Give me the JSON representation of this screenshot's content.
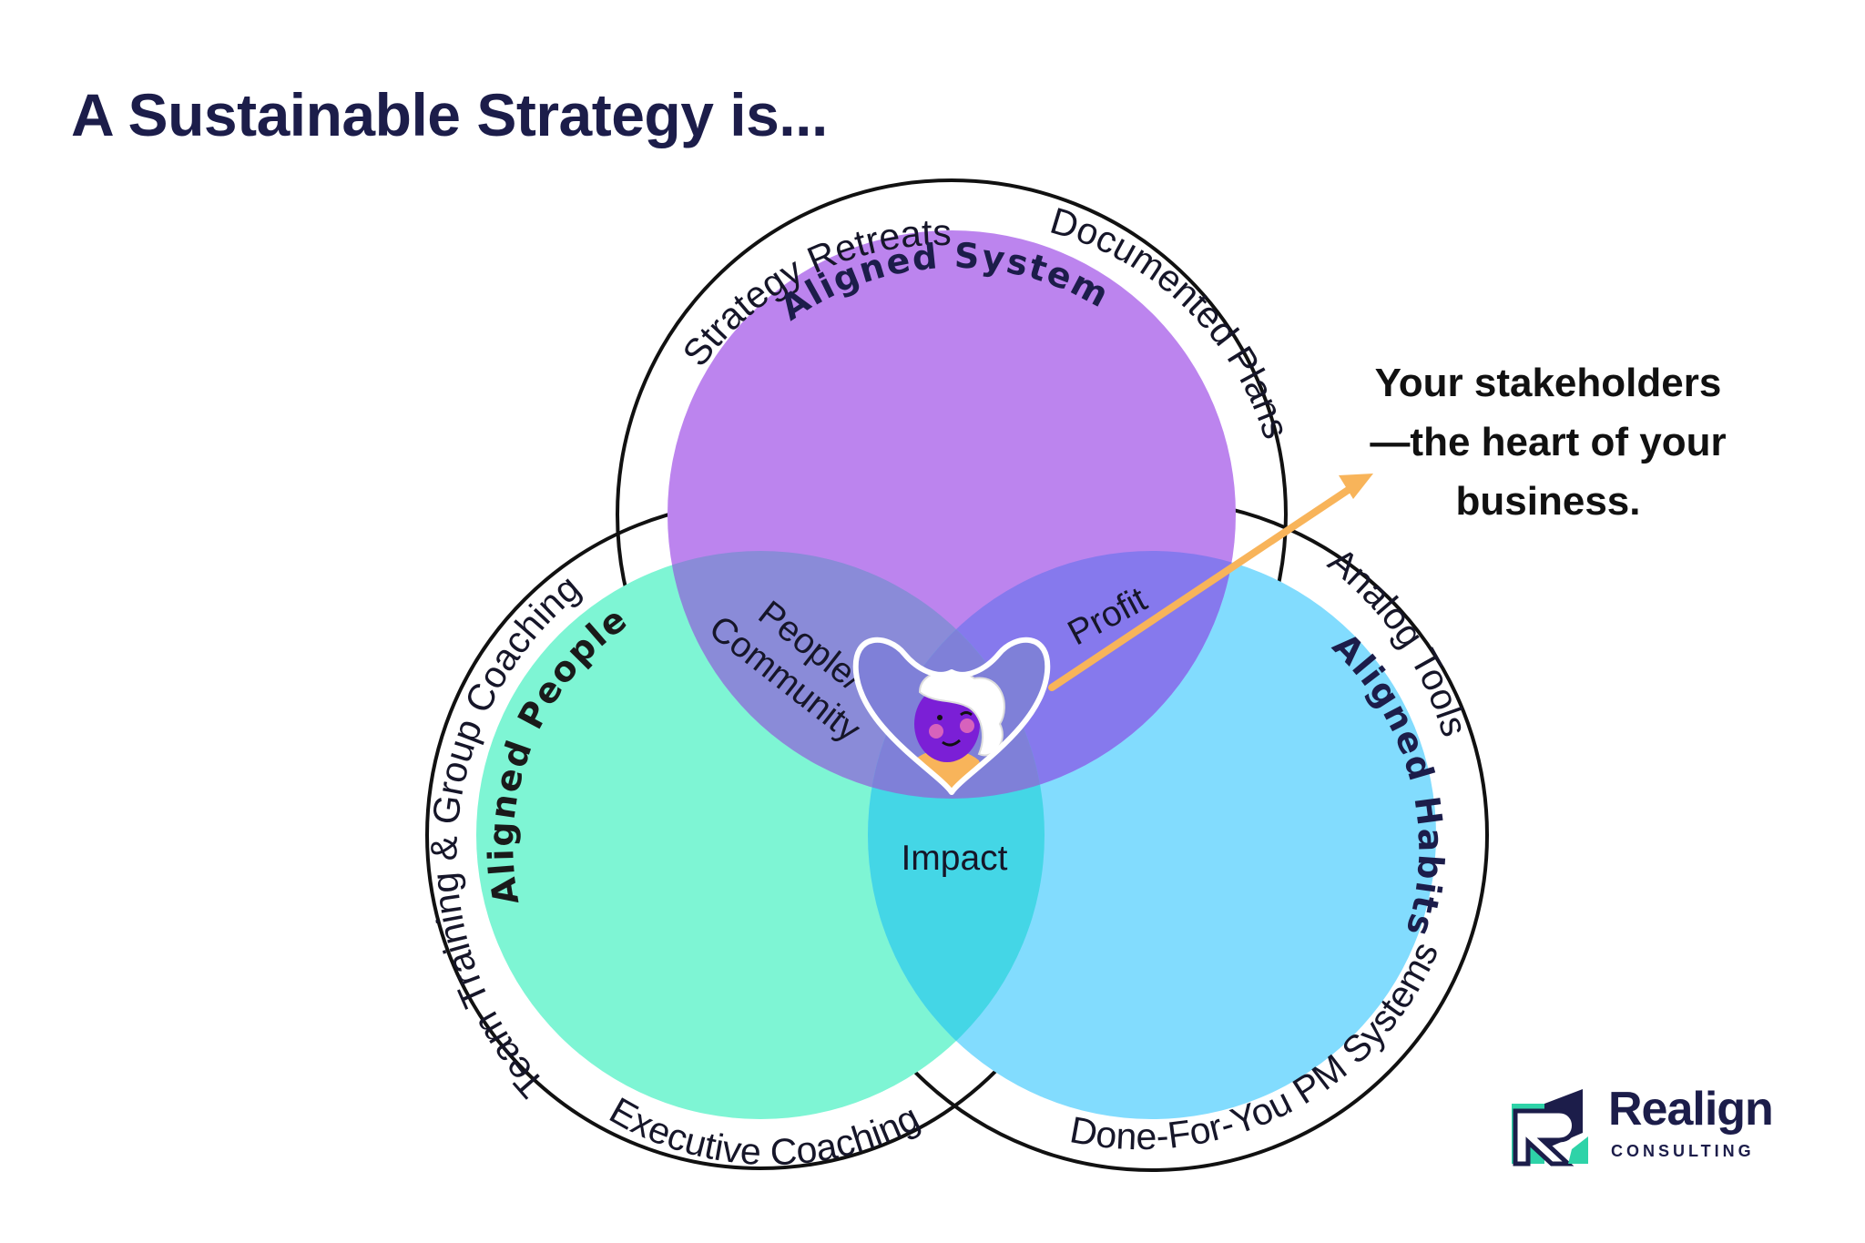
{
  "title": "A Sustainable Strategy is...",
  "sets": {
    "systems": {
      "title": "Aligned Systems",
      "color": "#bc84ee"
    },
    "people": {
      "title": "Aligned People",
      "color": "#7ef5d4"
    },
    "habits": {
      "title": "Aligned Habits",
      "color": "#82dcfe"
    }
  },
  "ring_labels": {
    "strategy_retreats": "Strategy Retreats",
    "documented_plans": "Documented Plans",
    "team_training": "Team Training & Group Coaching",
    "executive_coaching": "Executive Coaching",
    "analog_tools": "Analog Tools",
    "done_for_you": "Done-For-You PM Systems"
  },
  "overlaps": {
    "people_community_line1": "People/",
    "people_community_line2": "Community",
    "profit": "Profit",
    "impact": "Impact"
  },
  "callout": {
    "line1": "Your stakeholders",
    "line2": "—the heart of your",
    "line3": "business.",
    "arrow_color": "#f8b45a"
  },
  "logo": {
    "wordmark": "Realign",
    "subtitle": "CONSULTING"
  },
  "colors": {
    "title": "#1c1d4a",
    "ring_stroke": "#111111",
    "heart_stroke": "#ffffff"
  }
}
